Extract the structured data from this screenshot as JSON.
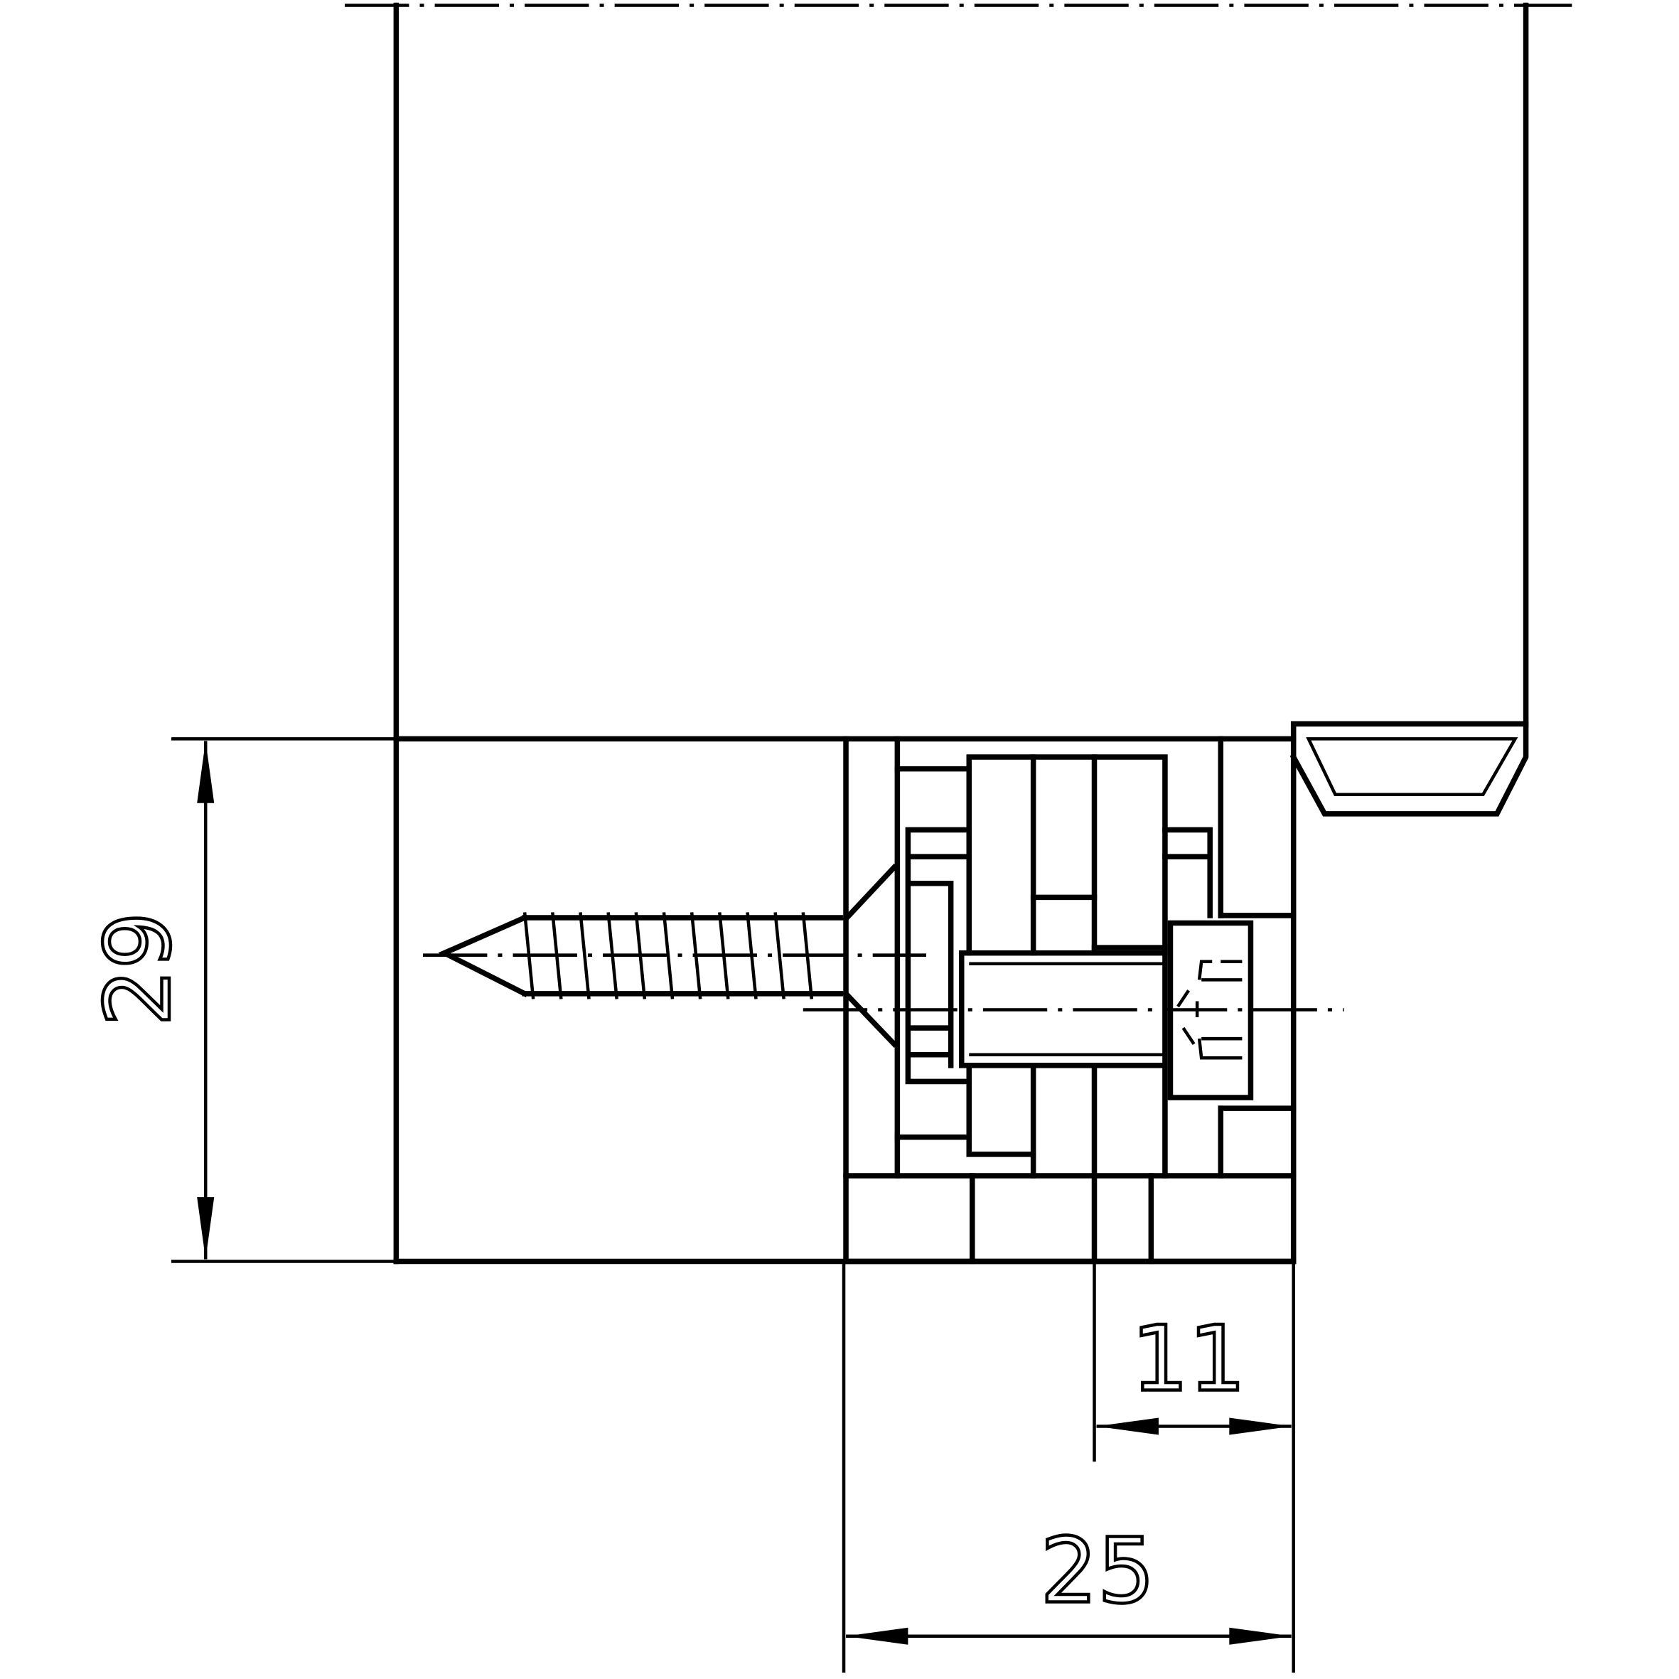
{
  "drawing": {
    "colors": {
      "line": "#000000",
      "background": "#ffffff"
    },
    "dimensions": {
      "height": "29",
      "pin_offset": "11",
      "hinge_depth": "25"
    }
  }
}
